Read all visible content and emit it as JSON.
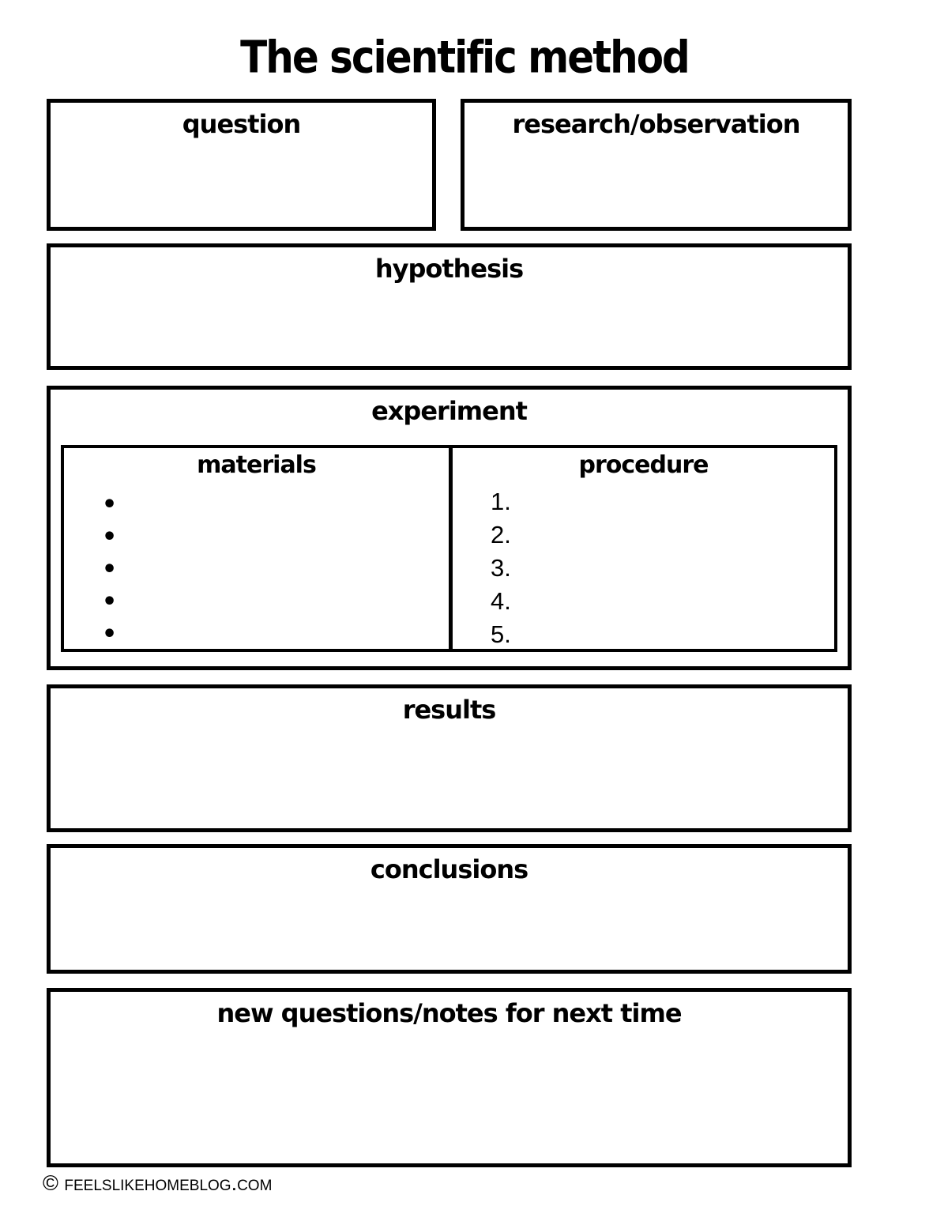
{
  "page": {
    "title": "The scientific method",
    "footer": "© feelslikehomeblog.com"
  },
  "sections": {
    "question": {
      "label": "question"
    },
    "research": {
      "label": "research/observation"
    },
    "hypothesis": {
      "label": "hypothesis"
    },
    "experiment": {
      "label": "experiment",
      "materials": {
        "label": "materials",
        "bullets": [
          "•",
          "•",
          "•",
          "•",
          "•"
        ]
      },
      "procedure": {
        "label": "procedure",
        "items": [
          "1.",
          "2.",
          "3.",
          "4.",
          "5."
        ]
      }
    },
    "results": {
      "label": "results"
    },
    "conclusions": {
      "label": "conclusions"
    },
    "new_questions": {
      "label": "new questions/notes for next time"
    }
  },
  "colors": {
    "ink": "#000000",
    "paper": "#ffffff"
  }
}
